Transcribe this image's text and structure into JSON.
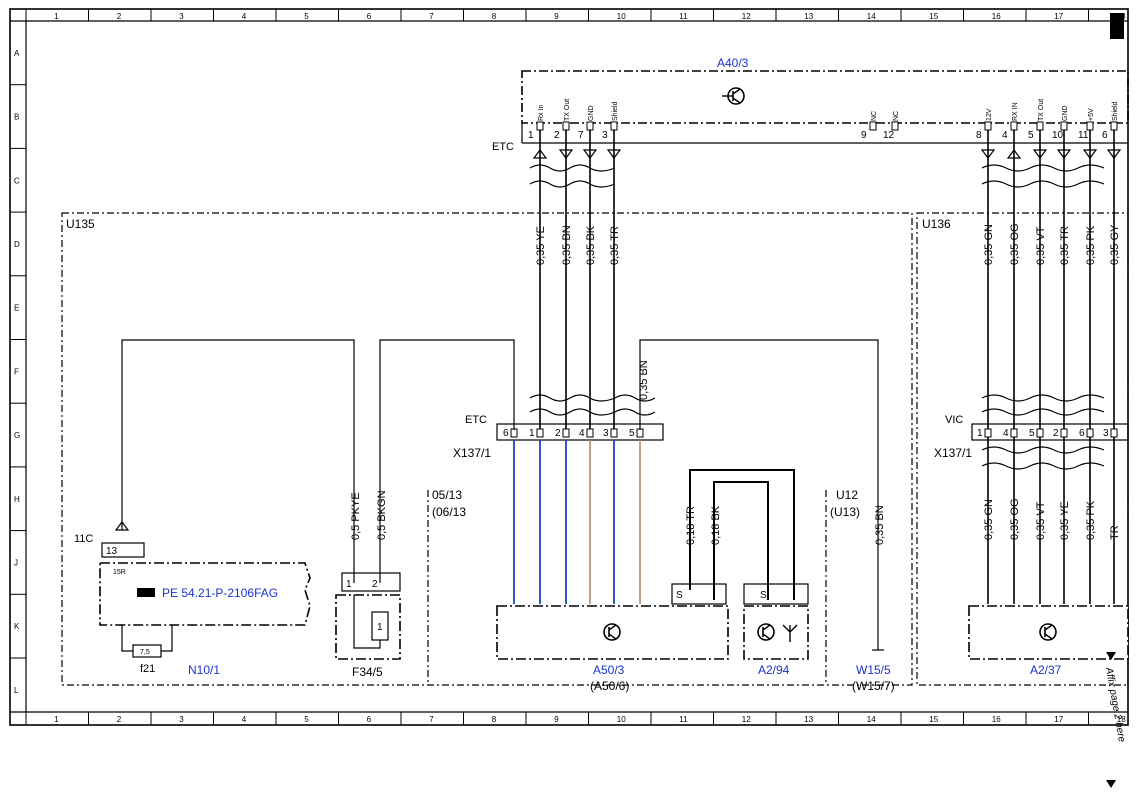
{
  "grid": {
    "columns": [
      "1",
      "2",
      "3",
      "4",
      "5",
      "6",
      "7",
      "8",
      "9",
      "10",
      "11",
      "12",
      "13",
      "14",
      "15",
      "16",
      "17",
      "18"
    ],
    "rows": [
      "A",
      "B",
      "C",
      "D",
      "E",
      "F",
      "G",
      "H",
      "J",
      "K",
      "L"
    ]
  },
  "modules": {
    "top": "A40/3",
    "u135": "U135",
    "u136": "U136",
    "n10": "N10/1",
    "f34": "F34/5",
    "a50": "A50/3",
    "a50_alt": "(A50/6)",
    "a294": "A2/94",
    "w155": "W15/5",
    "w155_alt": "(W15/7)",
    "a237": "A2/37",
    "u12": "U12",
    "u13": "(U13)",
    "x137_left": "X137/1",
    "x137_right": "X137/1",
    "etc_top": "ETC",
    "etc_mid": "ETC",
    "vic": "VIC",
    "date1": "05/13",
    "date2": "(06/13",
    "ref": "PE 54.21-P-2106FAG",
    "fuse_label": "f21",
    "fuse_value": "7,5",
    "pin_11c": "11C",
    "pin_13": "13",
    "pin_15r": "15R",
    "affix": "Affix page 2 here"
  },
  "a40_pins": {
    "left": [
      {
        "num": "1",
        "label": "Rx In"
      },
      {
        "num": "2",
        "label": "TX Out"
      },
      {
        "num": "7",
        "label": "GND"
      },
      {
        "num": "3",
        "label": "Shield"
      }
    ],
    "mid": [
      {
        "num": "9",
        "label": "NC"
      },
      {
        "num": "12",
        "label": "NC"
      }
    ],
    "right": [
      {
        "num": "8",
        "label": "12V"
      },
      {
        "num": "4",
        "label": "RX IN"
      },
      {
        "num": "5",
        "label": "TX Out"
      },
      {
        "num": "10",
        "label": "GND"
      },
      {
        "num": "11",
        "label": "+5V"
      },
      {
        "num": "6",
        "label": "Shield"
      }
    ]
  },
  "wires": {
    "left_top": [
      "0,35 YE",
      "0,35 BN",
      "0,35 BK",
      "0,35 TR"
    ],
    "mid_bn": "0,35 BN",
    "right_top": [
      "0,35 GN",
      "0,35 OG",
      "0,35 VT",
      "0,35 TR",
      "0,35 PK",
      "0,35 GY"
    ],
    "right_bottom": [
      "0,35 GN",
      "0,35 OG",
      "0,35 VT",
      "0,35 YE",
      "0,35 PK",
      "TR"
    ],
    "n10_1": "0,5 PKYE",
    "n10_2": "0,5 BKGN",
    "a294_1": "0,18 TR",
    "a294_2": "0,18 BK",
    "w155_wire": "0,35 BN"
  },
  "x137_left_pins": [
    "6",
    "1",
    "2",
    "4",
    "3",
    "5"
  ],
  "x137_right_pins": [
    "1",
    "4",
    "5",
    "2",
    "6",
    "3"
  ],
  "f34_pins": [
    "1",
    "2"
  ],
  "f34_inner": "1",
  "shield_s": "S"
}
